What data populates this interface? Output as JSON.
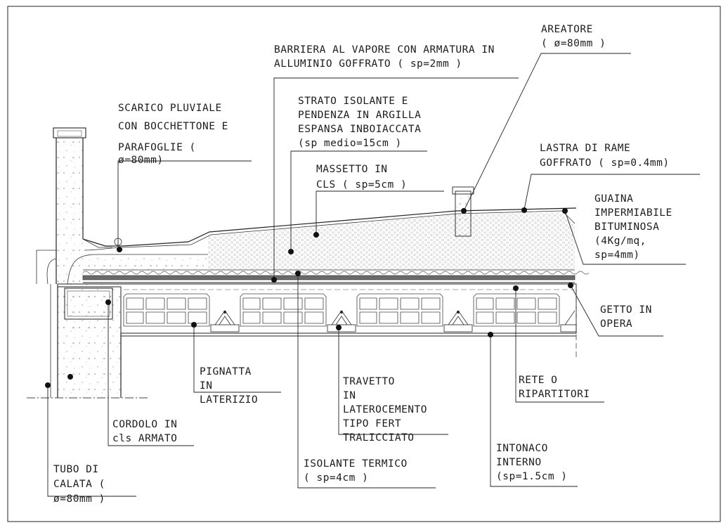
{
  "labels": {
    "areatore": [
      "AREATORE",
      "( ø=80mm )"
    ],
    "barriera": [
      "BARRIERA AL VAPORE CON ARMATURA IN",
      "ALLUMINIO GOFFRATO ( sp=2mm )"
    ],
    "strato": [
      "STRATO ISOLANTE E",
      "PENDENZA IN ARGILLA",
      "ESPANSA INBOIACCATA",
      "(sp medio=15cm )"
    ],
    "scarico": [
      "SCARICO PLUVIALE",
      "CON BOCCHETTONE E",
      "PARAFOGLIE (",
      "ø=80mm)"
    ],
    "lastra": [
      "LASTRA DI RAME",
      "GOFFRATO ( sp=0.4mm)"
    ],
    "massetto": [
      "MASSETTO IN",
      "CLS ( sp=5cm )"
    ],
    "guaina": [
      "GUAINA",
      "IMPERMIABILE",
      "BITUMINOSA",
      "(4Kg/mq,",
      "sp=4mm)"
    ],
    "getto": [
      "GETTO IN",
      "OPERA"
    ],
    "pignatta": [
      "PIGNATTA",
      "IN",
      "LATERIZIO"
    ],
    "travetto": [
      "TRAVETTO",
      "IN",
      "LATEROCEMENTO",
      "TIPO FERT",
      "TRALICCIATO"
    ],
    "rete": [
      "RETE O",
      "RIPARTITORI"
    ],
    "cordolo": [
      "CORDOLO IN",
      "cls ARMATO"
    ],
    "isolante": [
      "ISOLANTE TERMICO",
      "( sp=4cm )"
    ],
    "intonaco": [
      "INTONACO",
      "INTERNO",
      "(sp=1.5cm )"
    ],
    "tubo": [
      "TUBO DI",
      "CALATA (",
      "ø=80mm )"
    ]
  }
}
